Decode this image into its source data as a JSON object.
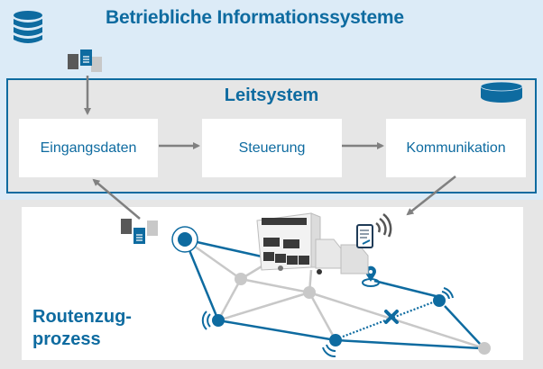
{
  "header": {
    "title": "Betriebliche Informationssysteme"
  },
  "leitsystem": {
    "title": "Leitsystem",
    "boxes": [
      "Eingangsdaten",
      "Steuerung",
      "Kommunikation"
    ]
  },
  "process": {
    "label_line1": "Routenzug-",
    "label_line2": "prozess"
  },
  "colors": {
    "primary": "#0e6ba0",
    "light_band": "#dcebf7",
    "grey_band": "#e6e6e6",
    "arrow": "#808080",
    "node_grey": "#c8c8c8"
  }
}
